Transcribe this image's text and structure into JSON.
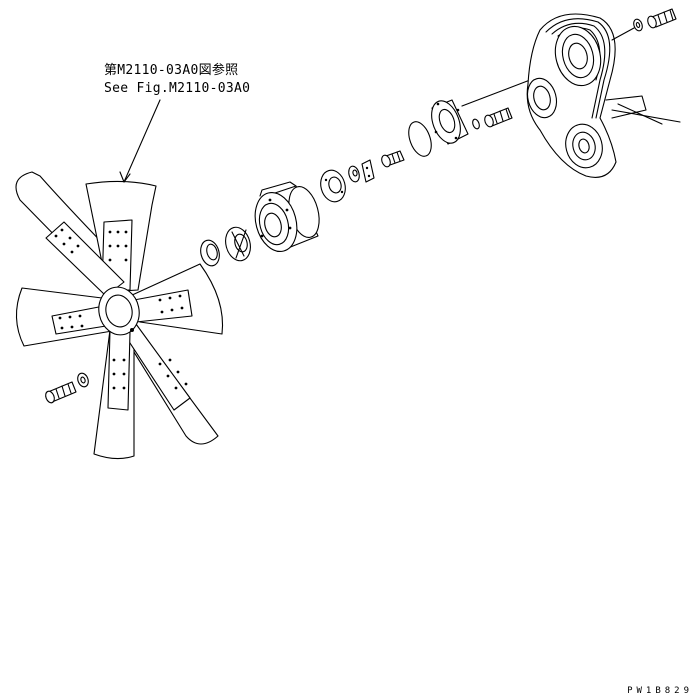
{
  "callout": {
    "reference_ja": "第M2110-03A0図参照",
    "reference_en": "See Fig.M2110-03A0"
  },
  "footer": {
    "drawing_code": "PW1B829"
  },
  "colors": {
    "line": "#000000",
    "background": "#ffffff"
  }
}
